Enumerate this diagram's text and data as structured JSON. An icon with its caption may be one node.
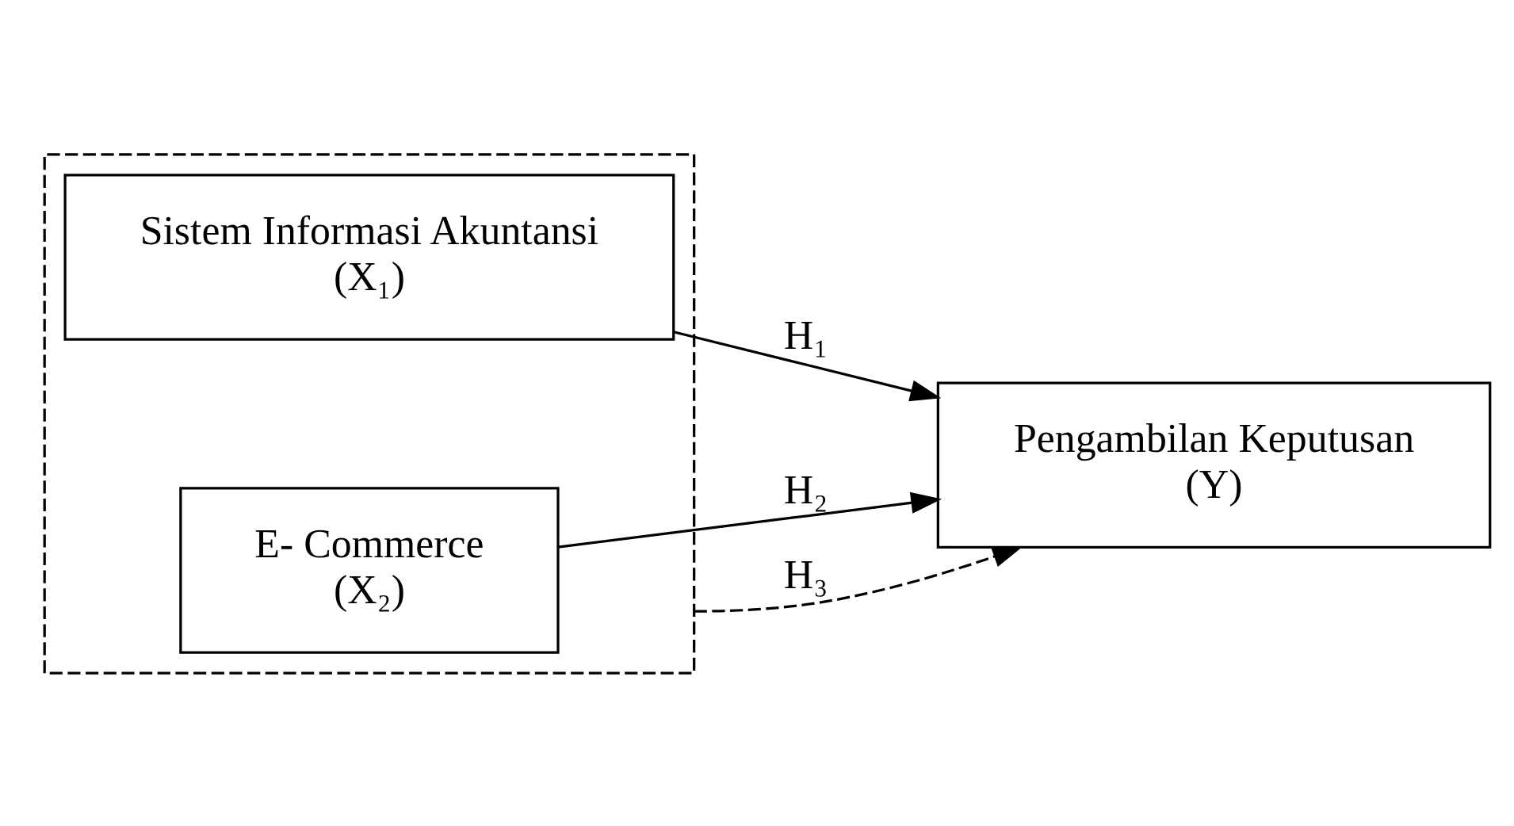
{
  "diagram": {
    "nodes": [
      {
        "text": [],
        "shape": "box"
      },
      {
        "text": [
          "Sistem Informasi Akuntansi",
          "(X₁)"
        ],
        "in": 0
      },
      {
        "text": [
          "E- Commerce",
          "(X₂)"
        ],
        "in": 0
      },
      {
        "text": [
          "Pengambilan Keputusan",
          "(Y)"
        ]
      }
    ],
    "edges": [
      {
        "from": 1,
        "to": 3,
        "arrow": "to",
        "label": "H₁"
      },
      {
        "from": 2,
        "to": 3,
        "arrow": "to",
        "label": "H₂"
      },
      {
        "from": 0,
        "to": 3,
        "arrow": "to",
        "label": "H₃",
        "style": "dashed"
      }
    ]
  }
}
